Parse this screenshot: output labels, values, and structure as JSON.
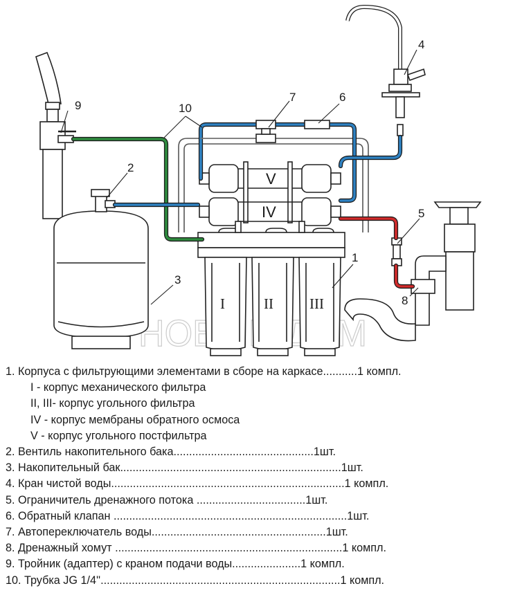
{
  "diagram": {
    "callouts": {
      "c1": "1",
      "c2": "2",
      "c3": "3",
      "c4": "4",
      "c5": "5",
      "c6": "6",
      "c7": "7",
      "c8": "8",
      "c9": "9",
      "c10": "10"
    },
    "housing_labels": {
      "h1": "I",
      "h2": "II",
      "h3": "III",
      "h4": "IV",
      "h5": "V"
    },
    "watermark": "НОВЫЙ ДОМ",
    "colors": {
      "tube_blue": "#2f82c2",
      "tube_green": "#2e8b3e",
      "tube_red": "#d22b2b",
      "outline": "#222222",
      "frame": "#555555"
    }
  },
  "legend": [
    {
      "text": "1. Корпуса с фильтрующими элементами в сборе на каркасе...........1 компл.",
      "sub": false
    },
    {
      "text": "I - корпус механического фильтра",
      "sub": true
    },
    {
      "text": "II, III- корпус угольного фильтра",
      "sub": true
    },
    {
      "text": "IV - корпус мембраны обратного осмоса",
      "sub": true
    },
    {
      "text": "V - корпус угольного постфильтра",
      "sub": true
    },
    {
      "text": "2. Вентиль накопительного бака.............................................1шт.",
      "sub": false
    },
    {
      "text": "3. Накопительный бак.......................................................................1шт.",
      "sub": false
    },
    {
      "text": "4. Кран чистой воды...........................................................................1 компл.",
      "sub": false
    },
    {
      "text": "5. Ограничитель дренажного потока ...................................1шт.",
      "sub": false
    },
    {
      "text": "6. Обратный клапан ...........................................................................1шт.",
      "sub": false
    },
    {
      "text": "7. Автопереключатель воды........................................................1шт.",
      "sub": false
    },
    {
      "text": "8. Дренажный хомут .........................................................................1 компл.",
      "sub": false
    },
    {
      "text": "9. Тройник (адаптер) с краном подачи воды......................1 компл.",
      "sub": false
    },
    {
      "text": "10. Трубка JG 1/4''.............................................................................1 компл.",
      "sub": false
    }
  ]
}
